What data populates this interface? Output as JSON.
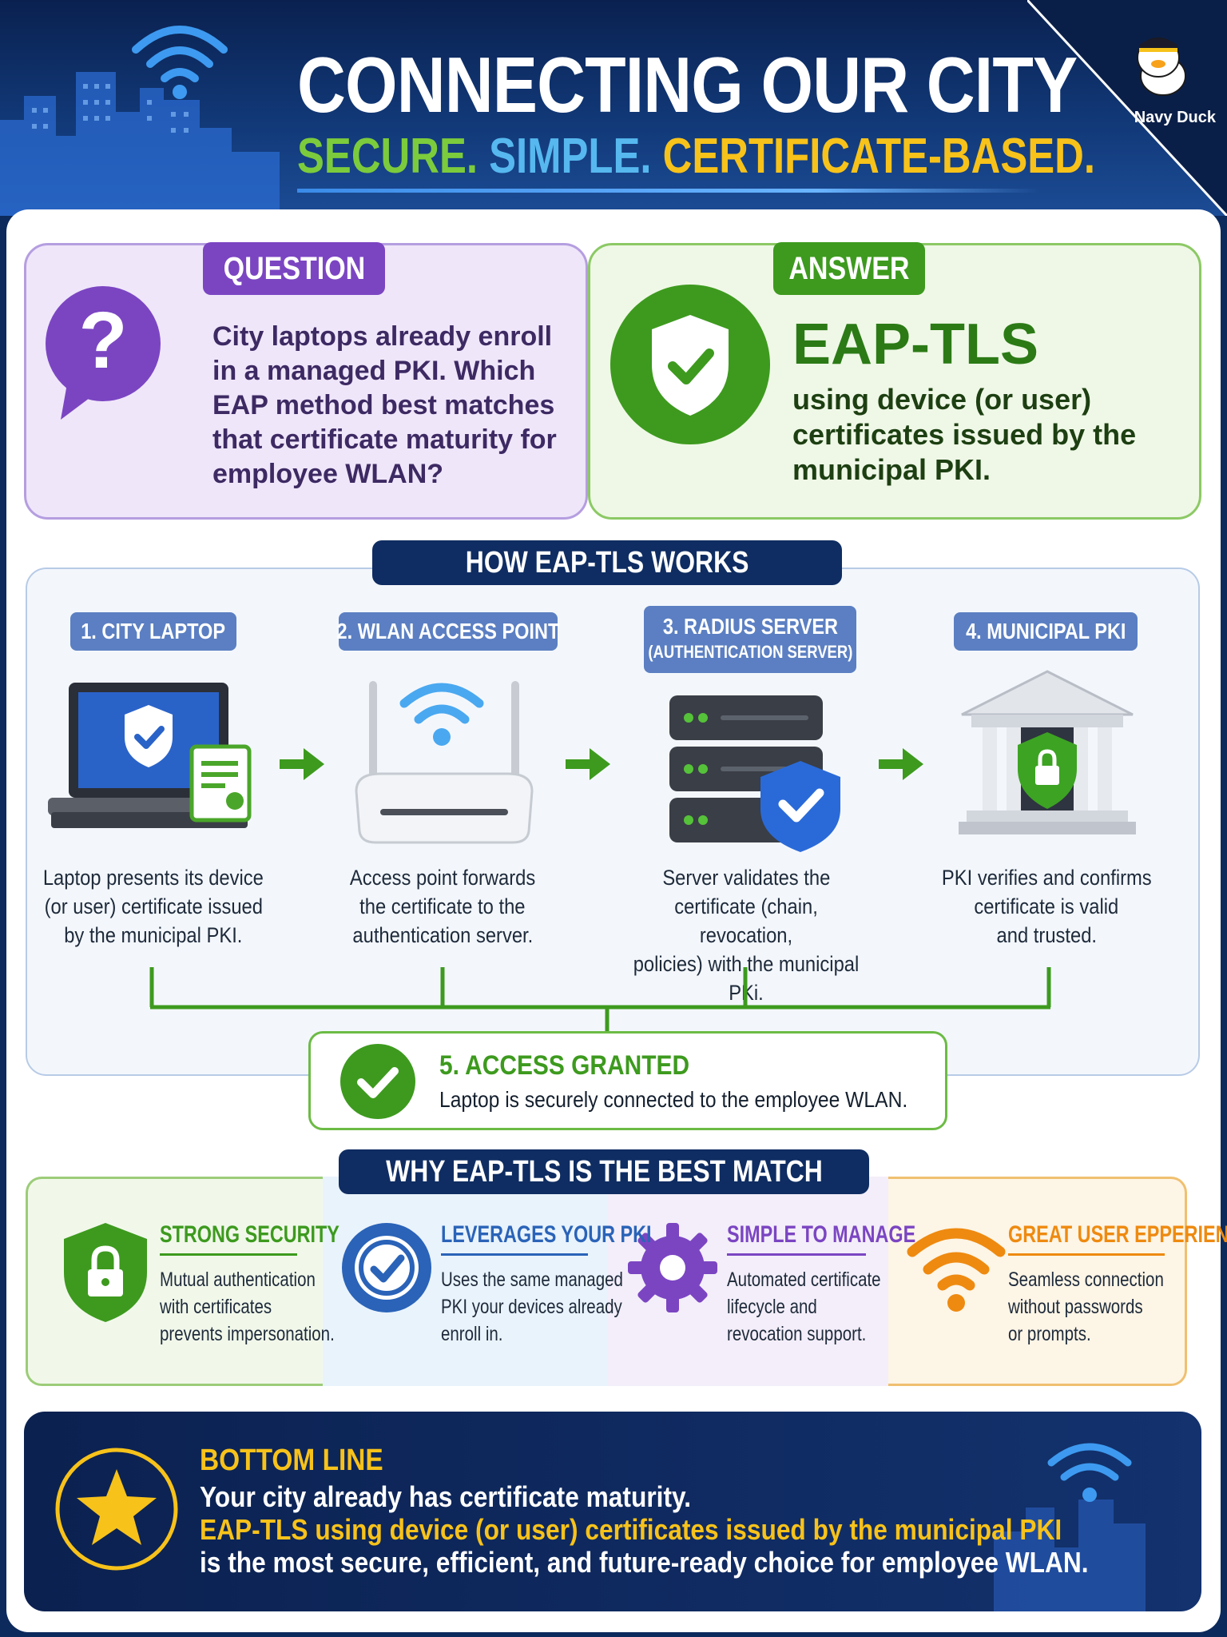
{
  "header": {
    "title": "CONNECTING OUR CITY",
    "subtitle_1": "SECURE.",
    "subtitle_2": "SIMPLE.",
    "subtitle_3": "CERTIFICATE-BASED.",
    "brand": "Navy Duck"
  },
  "question": {
    "tag": "QUESTION",
    "text": "City laptops already enroll in a managed PKI. Which EAP method best matches that certificate maturity for employee WLAN?"
  },
  "answer": {
    "tag": "ANSWER",
    "title": "EAP-TLS",
    "text": "using device (or user) certificates issued by the municipal PKI."
  },
  "how": {
    "banner": "HOW EAP-TLS WORKS",
    "steps": [
      {
        "label": "1. CITY LAPTOP",
        "sublabel": "",
        "desc": [
          "Laptop presents its device",
          "(or user) certificate issued",
          "by the municipal PKI."
        ]
      },
      {
        "label": "2. WLAN ACCESS POINT",
        "sublabel": "",
        "desc": [
          "Access point forwards",
          "the certificate to the",
          "authentication server."
        ]
      },
      {
        "label": "3. RADIUS SERVER",
        "sublabel": "(AUTHENTICATION SERVER)",
        "desc": [
          "Server validates the",
          "certificate (chain, revocation,",
          "policies) with the municipal PKi."
        ]
      },
      {
        "label": "4. MUNICIPAL PKI",
        "sublabel": "",
        "desc": [
          "PKI verifies and confirms",
          "certificate is valid",
          "and trusted."
        ]
      }
    ],
    "granted_title": "5. ACCESS GRANTED",
    "granted_text": "Laptop is securely connected to the employee WLAN."
  },
  "why": {
    "banner": "WHY EAP-TLS IS THE BEST MATCH",
    "items": [
      {
        "title": "STRONG SECURITY",
        "lines": [
          "Mutual authentication",
          "with certificates",
          "prevents impersonation."
        ],
        "color": "#3d9a1e"
      },
      {
        "title": "LEVERAGES YOUR PKI",
        "lines": [
          "Uses the same managed",
          "PKI your devices already",
          "enroll in."
        ],
        "color": "#2a63b8"
      },
      {
        "title": "SIMPLE TO MANAGE",
        "lines": [
          "Automated certificate",
          "lifecycle and",
          "revocation support."
        ],
        "color": "#7b45c2"
      },
      {
        "title": "GREAT USER EPPERIENCE",
        "lines": [
          "Seamless connection",
          "without passwords",
          "or prompts."
        ],
        "color": "#ee8a10"
      }
    ]
  },
  "bottom": {
    "title": "BOTTOM LINE",
    "line1": "Your city already has certificate maturity.",
    "line2": "EAP-TLS using device (or user) certificates issued by the municipal PKI",
    "line3": "is the most secure, efficient, and future-ready choice for employee WLAN."
  },
  "colors": {
    "navy": "#0f2d62",
    "green": "#3d9a1e",
    "purple": "#7b45c2",
    "blue": "#2a63b8",
    "orange": "#ee8a10",
    "yellow": "#f7c21a"
  }
}
